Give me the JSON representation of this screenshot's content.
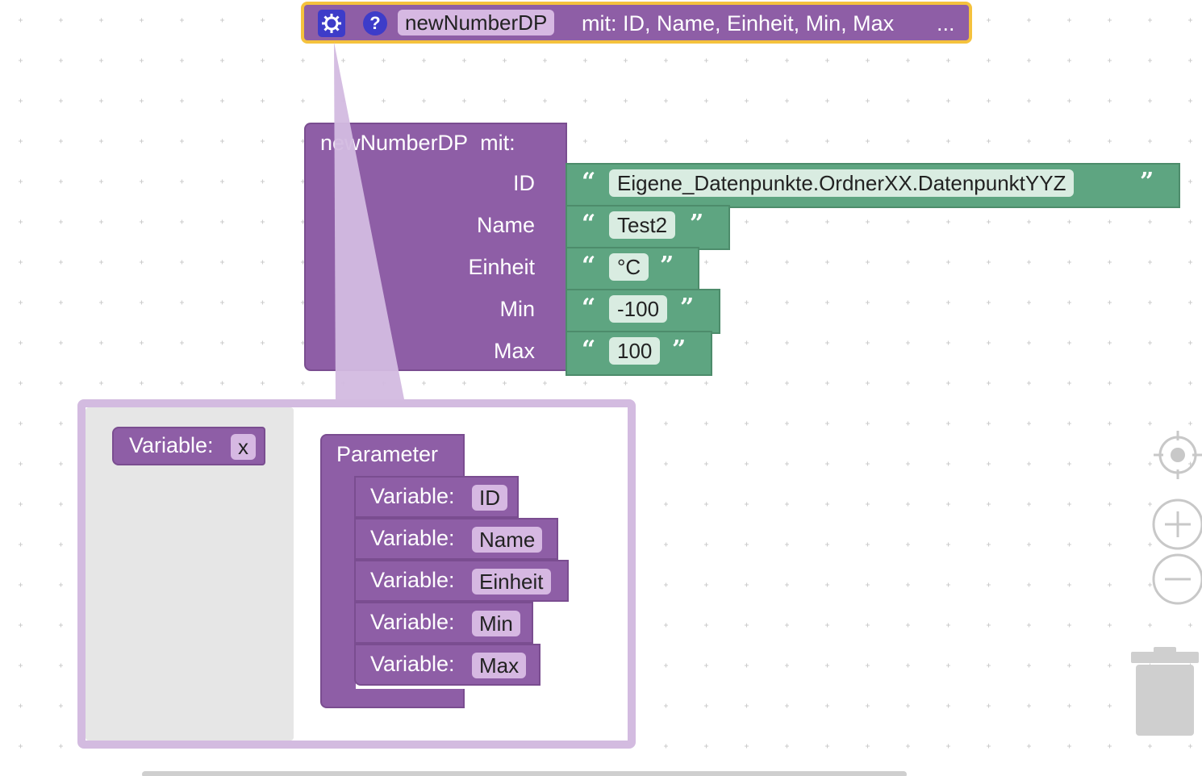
{
  "call_block": {
    "function_name": "newNumberDP",
    "signature": "mit: ID, Name, Einheit, Min, Max",
    "ellipsis": "...",
    "gear_icon": "gear-icon",
    "help_icon": "help-icon",
    "help_symbol": "?"
  },
  "definition": {
    "title": "newNumberDP",
    "title_suffix": "mit:",
    "params": [
      {
        "label": "ID",
        "value": "Eigene_Datenpunkte.OrdnerXX.DatenpunktYYZ"
      },
      {
        "label": "Name",
        "value": "Test2"
      },
      {
        "label": "Einheit",
        "value": "°C"
      },
      {
        "label": "Min",
        "value": "-100"
      },
      {
        "label": "Max",
        "value": "100"
      }
    ],
    "open_quote": "“",
    "close_quote": "”"
  },
  "mutator": {
    "flyout_block": {
      "label": "Variable:",
      "value": "x"
    },
    "container_label": "Parameter",
    "items": [
      {
        "label": "Variable:",
        "value": "ID"
      },
      {
        "label": "Variable:",
        "value": "Name"
      },
      {
        "label": "Variable:",
        "value": "Einheit"
      },
      {
        "label": "Variable:",
        "value": "Min"
      },
      {
        "label": "Variable:",
        "value": "Max"
      }
    ]
  },
  "controls": {
    "recenter_icon": "target-icon",
    "zoom_in_icon": "plus-icon",
    "zoom_out_icon": "minus-icon",
    "trash_icon": "trash-icon"
  },
  "colors": {
    "procedure": "#8e5ea6",
    "text_block": "#5ea581",
    "selection": "#f5c23d",
    "mutator_bubble": "#d3bbe0"
  }
}
